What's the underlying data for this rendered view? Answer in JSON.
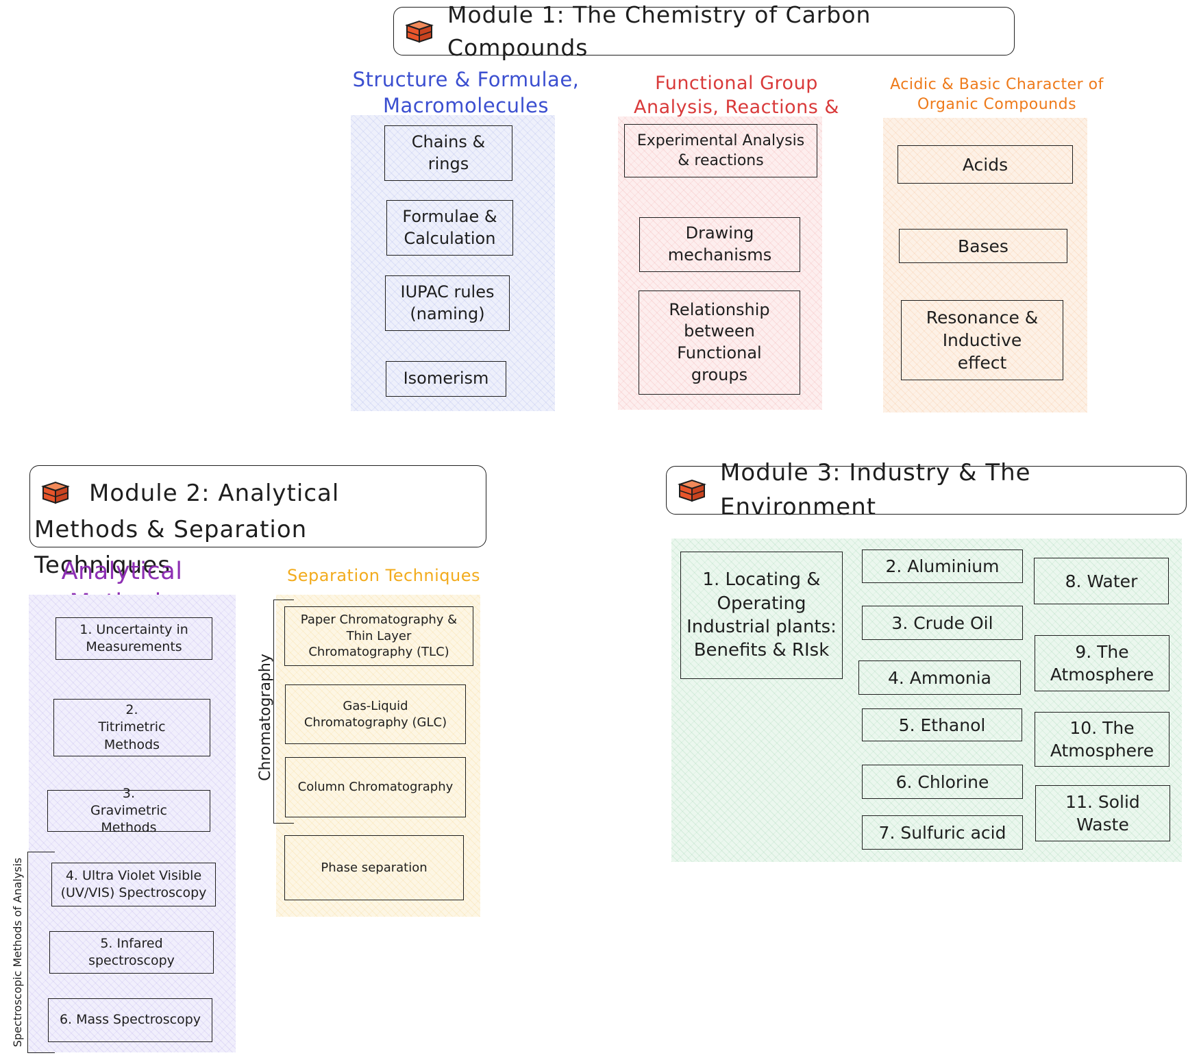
{
  "colors": {
    "stroke": "#1e1e1e",
    "structure_heading": "#3b4fd0",
    "functional_heading": "#d93a3a",
    "acidic_heading": "#ee7a1a",
    "analytical_heading": "#8d2fb3",
    "separation_heading": "#f2ab1d",
    "brick_icon": "#e8552b"
  },
  "module1": {
    "title": "Module 1: The Chemistry of Carbon Compounds",
    "icon": "brick-icon",
    "structure": {
      "heading": "Structure & Formulae, Macromolecules",
      "items": [
        "Chains & rings",
        "Formulae & Calculation",
        "IUPAC rules (naming)",
        "Isomerism"
      ]
    },
    "functional": {
      "heading": "Functional Group Analysis, Reactions & mechanisms",
      "items": [
        "Experimental Analysis & reactions",
        "Drawing mechanisms",
        "Relationship between Functional groups"
      ]
    },
    "acidic": {
      "heading": "Acidic & Basic Character of Organic Compounds",
      "items": [
        "Acids",
        "Bases",
        "Resonance & Inductive effect"
      ]
    }
  },
  "module2": {
    "title": "Module 2: Analytical Methods & Separation Techniques",
    "icon": "brick-icon",
    "analytical": {
      "heading": "Analytical Methods",
      "items": [
        "1. Uncertainty in Measurements",
        "2. Titrimetric Methods",
        "3. Gravimetric Methods",
        "4. Ultra Violet Visible (UV/VIS) Spectroscopy",
        "5. Infared spectroscopy",
        "6. Mass Spectroscopy"
      ],
      "spectroscopic_label": "Spectroscopic Methods of Analysis"
    },
    "separation": {
      "heading": "Separation Techniques",
      "items": [
        "Paper Chromatography & Thin Layer Chromatography (TLC)",
        "Gas-Liquid Chromatography (GLC)",
        "Column Chromatography",
        "Phase separation"
      ],
      "chromatography_label": "Chromatography"
    }
  },
  "module3": {
    "title": "Module 3: Industry & The Environment",
    "icon": "brick-icon",
    "items": [
      "1. Locating & Operating Industrial plants: Benefits & RIsk",
      "2. Aluminium",
      "3. Crude Oil",
      "4. Ammonia",
      "5. Ethanol",
      "6. Chlorine",
      "7. Sulfuric acid",
      "8. Water",
      "9. The Atmosphere",
      "10. The Atmosphere",
      "11. Solid Waste"
    ]
  }
}
